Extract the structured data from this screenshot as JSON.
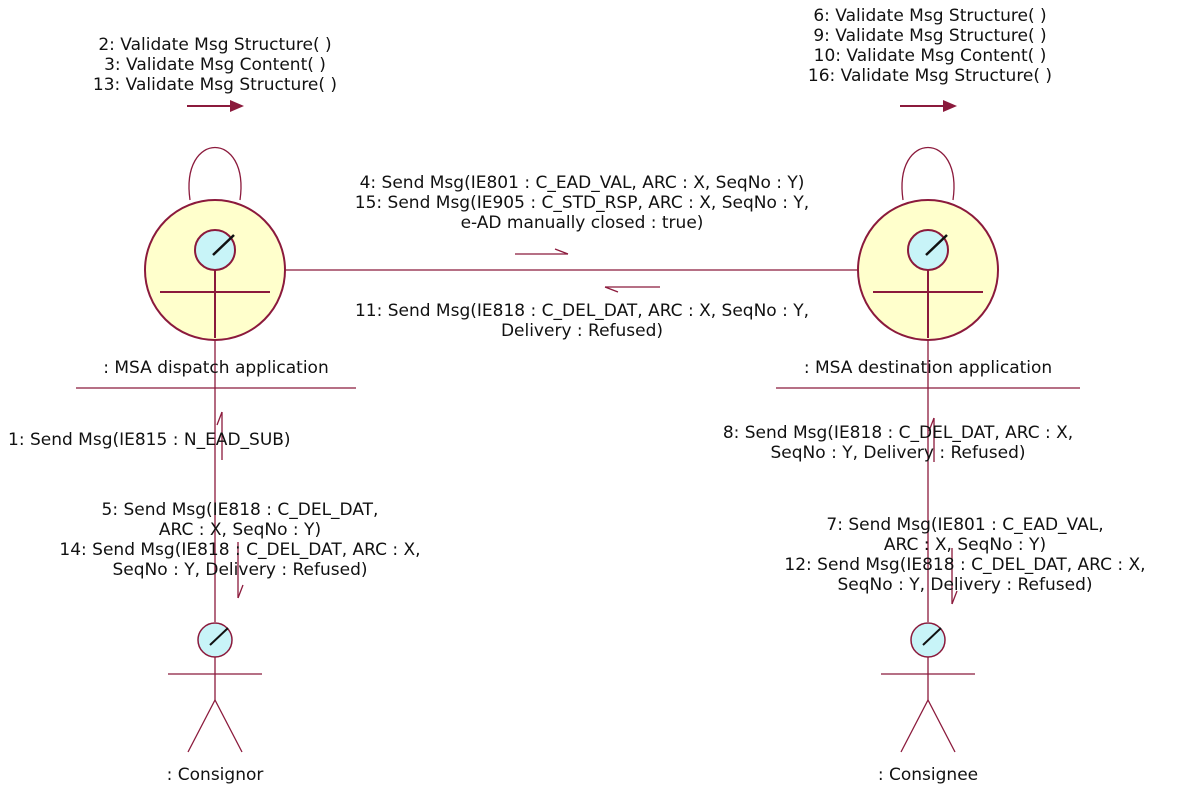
{
  "colors": {
    "line": "#8b1a3c",
    "object_fill": "#ffffcc",
    "head_fill": "#c8f4f8",
    "text": "#111111"
  },
  "objects": {
    "dispatch": {
      "name": ": MSA dispatch application",
      "icon": "control-object-icon",
      "self_messages": [
        "2: Validate Msg Structure( )",
        "3: Validate Msg Content( )",
        "13: Validate Msg Structure( )"
      ]
    },
    "destination": {
      "name": ": MSA destination application",
      "icon": "control-object-icon",
      "self_messages": [
        "6: Validate Msg Structure( )",
        "9: Validate Msg Structure( )",
        "10: Validate Msg Content( )",
        "16: Validate Msg Structure( )"
      ]
    }
  },
  "actors": {
    "consignor": {
      "name": ": Consignor",
      "icon": "actor-icon"
    },
    "consignee": {
      "name": ": Consignee",
      "icon": "actor-icon"
    }
  },
  "messages": {
    "to_destination": [
      "4: Send Msg(IE801 : C_EAD_VAL, ARC : X, SeqNo : Y)",
      "15: Send Msg(IE905 : C_STD_RSP, ARC : X, SeqNo : Y,",
      "e-AD manually closed : true)"
    ],
    "to_dispatch": [
      "11: Send Msg(IE818 : C_DEL_DAT, ARC : X, SeqNo : Y,",
      "Delivery : Refused)"
    ],
    "consignor_to_dispatch": [
      "1: Send Msg(IE815 : N_EAD_SUB)"
    ],
    "dispatch_to_consignor": [
      "5: Send Msg(IE818 : C_DEL_DAT,",
      "ARC : X, SeqNo : Y)",
      "14: Send Msg(IE818 : C_DEL_DAT, ARC : X,",
      "SeqNo : Y, Delivery : Refused)"
    ],
    "consignee_to_destination": [
      "8: Send Msg(IE818 : C_DEL_DAT, ARC : X,",
      "SeqNo : Y, Delivery : Refused)"
    ],
    "destination_to_consignee": [
      "7: Send Msg(IE801 : C_EAD_VAL,",
      "ARC : X, SeqNo : Y)",
      "12: Send Msg(IE818 : C_DEL_DAT, ARC : X,",
      "SeqNo : Y, Delivery : Refused)"
    ]
  }
}
